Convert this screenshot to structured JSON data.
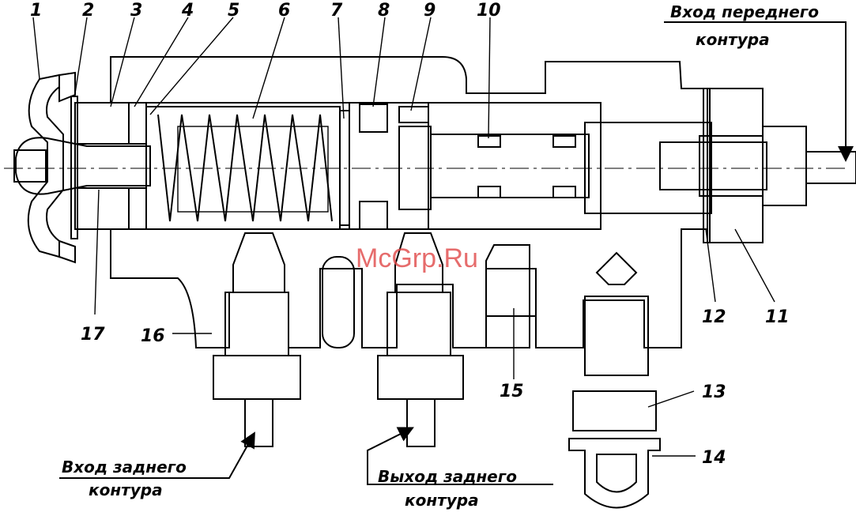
{
  "labels": {
    "n1": "1",
    "n2": "2",
    "n3": "3",
    "n4": "4",
    "n5": "5",
    "n6": "6",
    "n7": "7",
    "n8": "8",
    "n9": "9",
    "n10": "10",
    "n11": "11",
    "n12": "12",
    "n13": "13",
    "n14": "14",
    "n15": "15",
    "n16": "16",
    "n17": "17"
  },
  "captions": {
    "front_inlet_line1": "Вход переднего",
    "front_inlet_line2": "контура",
    "rear_inlet_line1": "Вход заднего",
    "rear_inlet_line2": "контура",
    "rear_outlet_line1": "Выход заднего",
    "rear_outlet_line2": "контура"
  },
  "watermark": "McGrp.Ru"
}
